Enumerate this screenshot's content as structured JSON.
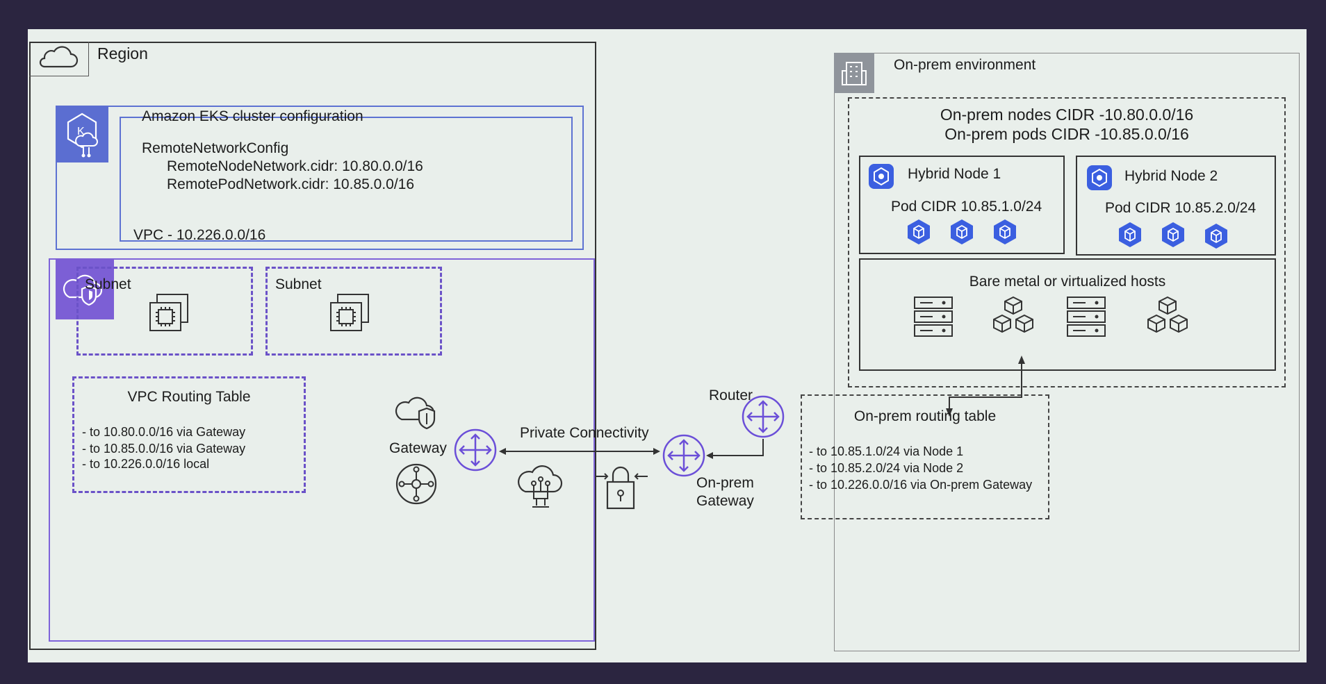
{
  "region": {
    "title": "Region",
    "icon": "cloud-icon"
  },
  "eks": {
    "title": "Amazon EKS cluster configuration",
    "config_label": "RemoteNetworkConfig",
    "node_line": "RemoteNodeNetwork.cidr: 10.80.0.0/16",
    "pod_line": "RemotePodNetwork.cidr: 10.85.0.0/16",
    "icon": "eks-icon"
  },
  "vpc": {
    "title": "VPC - 10.226.0.0/16",
    "subnets": [
      "Subnet",
      "Subnet"
    ],
    "routing_title": "VPC Routing Table",
    "routes": [
      "-  to 10.80.0.0/16 via Gateway",
      "-  to 10.85.0.0/16 via Gateway",
      "-  to 10.226.0.0/16 local"
    ],
    "gateway_label": "Gateway"
  },
  "connectivity": {
    "label": "Private Connectivity"
  },
  "onprem": {
    "title": "On-prem environment",
    "nodes_cidr": "On-prem nodes CIDR -10.80.0.0/16",
    "pods_cidr": "On-prem pods CIDR -10.85.0.0/16",
    "hybrid_nodes": [
      {
        "name": "Hybrid Node 1",
        "pod_cidr": "Pod CIDR 10.85.1.0/24"
      },
      {
        "name": "Hybrid Node 2",
        "pod_cidr": "Pod CIDR 10.85.2.0/24"
      }
    ],
    "hosts_title": "Bare metal or virtualized hosts",
    "router_label": "Router",
    "gateway_label_1": "On-prem",
    "gateway_label_2": "Gateway",
    "routing_title": "On-prem routing table",
    "routes": [
      "-  to 10.85.1.0/24 via Node 1",
      "-  to 10.85.2.0/24 via Node 2",
      "-  to 10.226.0.0/16 via On-prem Gateway"
    ]
  },
  "colors": {
    "eks_blue": "#5b6ed1",
    "vpc_purple": "#7c5fd5",
    "pod_blue": "#3b5fe0",
    "slide_bg": "#e9efeb"
  }
}
